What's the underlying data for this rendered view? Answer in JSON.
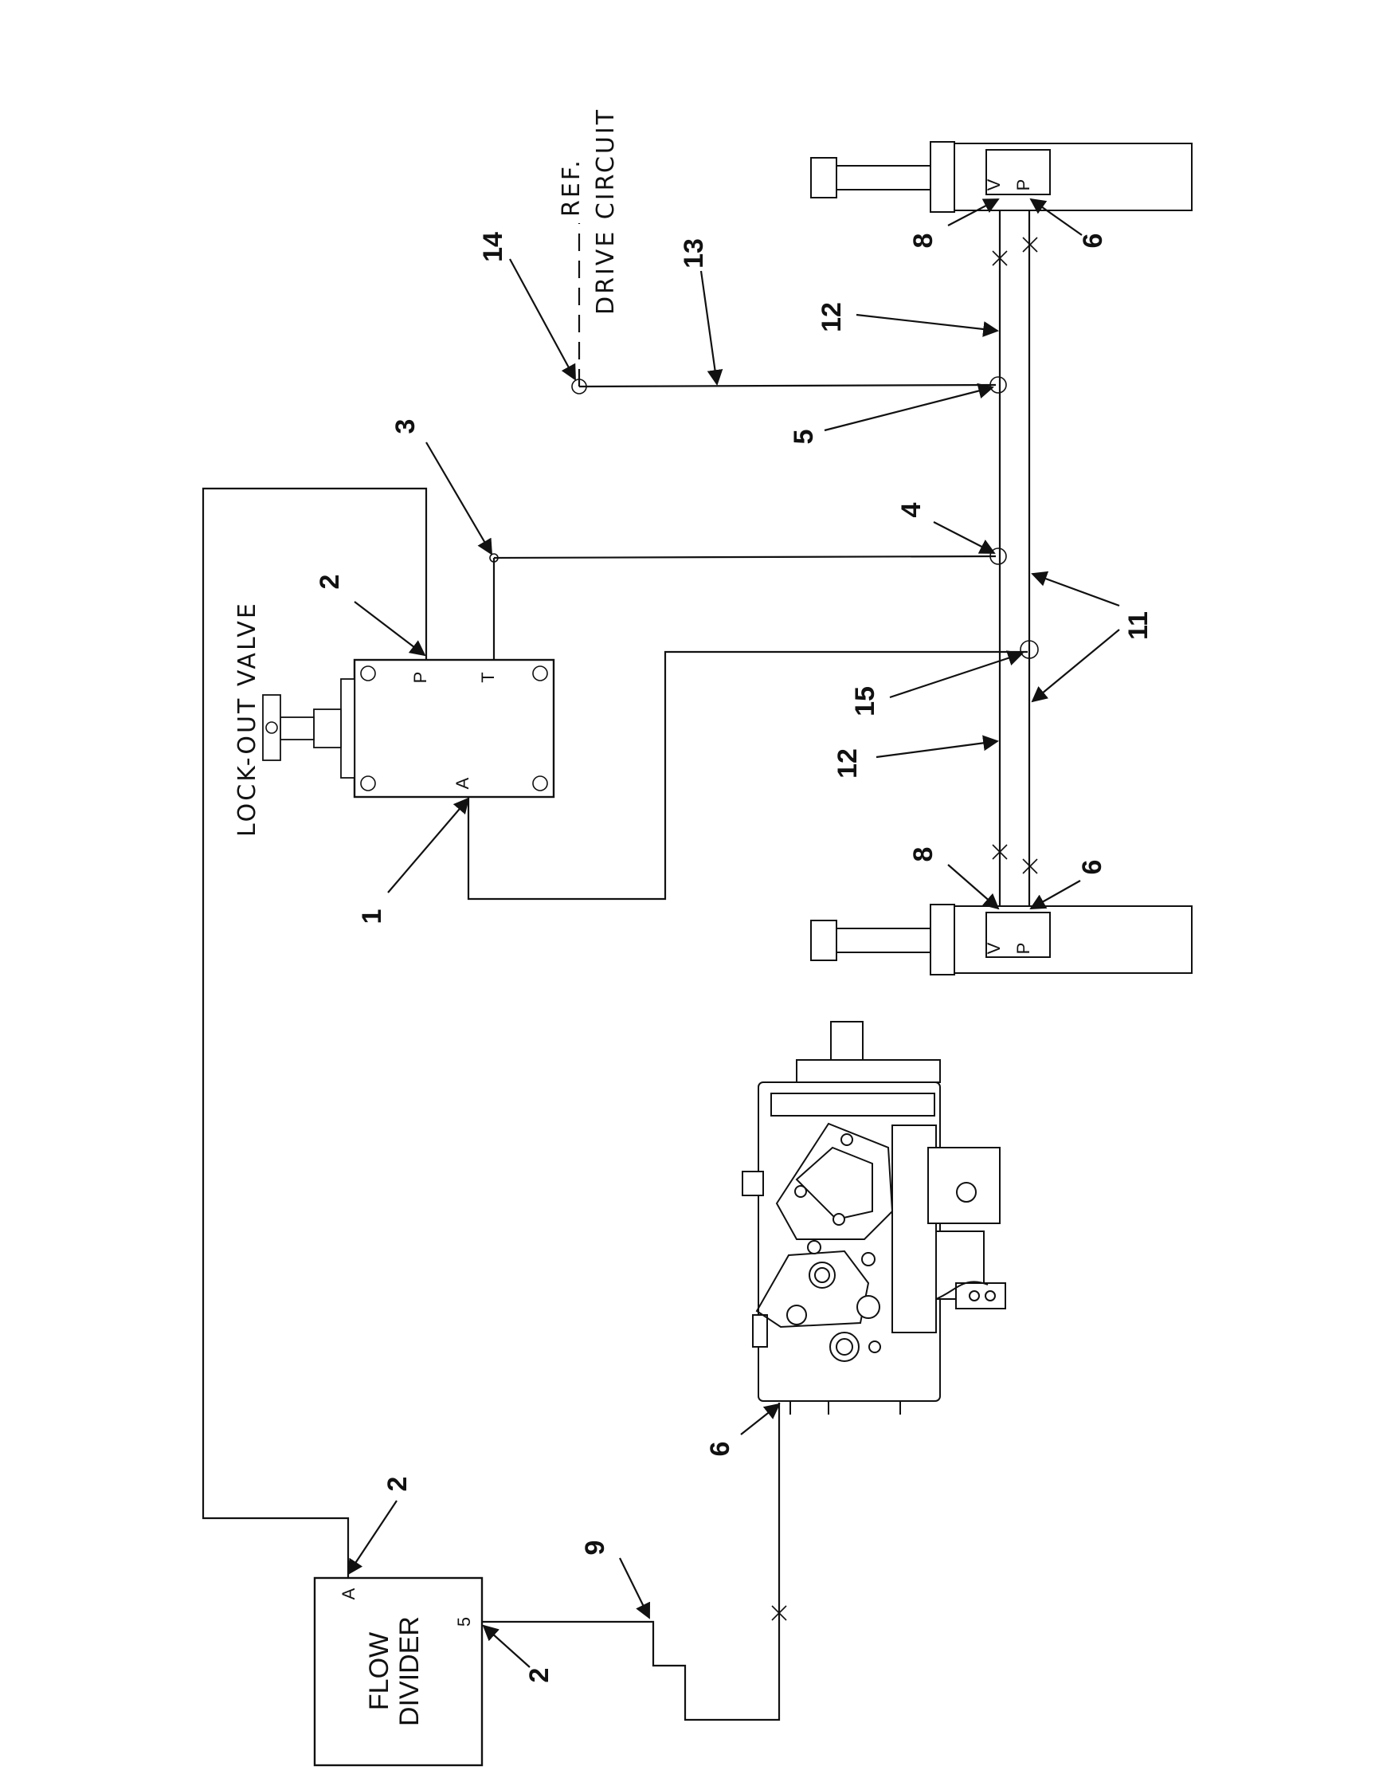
{
  "notes": {
    "lockout": "LOCK-OUT VALVE",
    "ref": "REF.",
    "drive": "DRIVE CIRCUIT"
  },
  "flow_divider": {
    "line1": "FLOW",
    "line2": "DIVIDER",
    "port_a": "A",
    "port_5": "5"
  },
  "valve_ports": {
    "p": "P",
    "t": "T",
    "a": "A"
  },
  "cyl_ports": {
    "v": "V",
    "p": "P"
  },
  "callouts": {
    "c1": "1",
    "c2a": "2",
    "c2b": "2",
    "c2c": "2",
    "c3": "3",
    "c4": "4",
    "c5": "5",
    "c6a": "6",
    "c6b": "6",
    "c6c": "6",
    "c8a": "8",
    "c8b": "8",
    "c9": "9",
    "c11": "11",
    "c12a": "12",
    "c12b": "12",
    "c13": "13",
    "c14": "14",
    "c15": "15"
  }
}
